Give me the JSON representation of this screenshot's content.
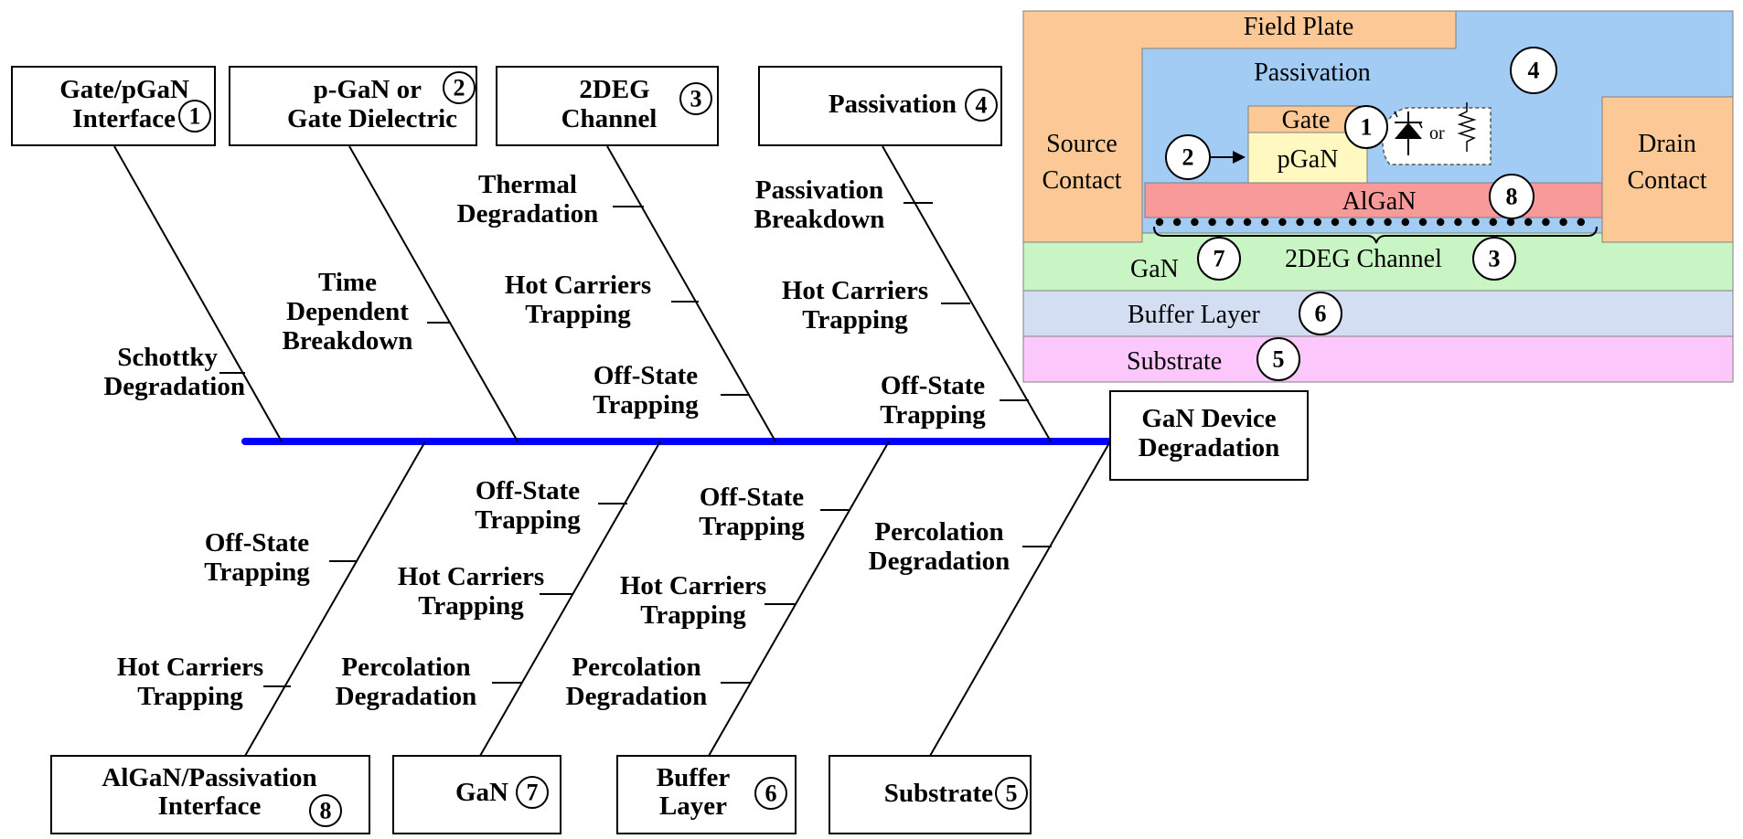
{
  "fishbone": {
    "head_lines": [
      "GaN Device",
      "Degradation"
    ],
    "spine_color": "#0000ff",
    "top_causes": [
      {
        "lines": [
          "Gate/pGaN",
          "Interface"
        ],
        "num": "1",
        "subs": [
          {
            "lines": [
              "Schottky",
              "Degradation"
            ]
          }
        ]
      },
      {
        "lines": [
          "p-GaN or",
          "Gate Dielectric"
        ],
        "num": "2",
        "subs": [
          {
            "lines": [
              "Time",
              "Dependent",
              "Breakdown"
            ]
          }
        ]
      },
      {
        "lines": [
          "2DEG",
          "Channel"
        ],
        "num": "3",
        "subs": [
          {
            "lines": [
              "Thermal",
              "Degradation"
            ]
          },
          {
            "lines": [
              "Hot Carriers",
              "Trapping"
            ]
          },
          {
            "lines": [
              "Off-State",
              "Trapping"
            ]
          }
        ]
      },
      {
        "lines": [
          "Passivation"
        ],
        "num": "4",
        "subs": [
          {
            "lines": [
              "Passivation",
              "Breakdown"
            ]
          },
          {
            "lines": [
              "Hot Carriers",
              "Trapping"
            ]
          },
          {
            "lines": [
              "Off-State",
              "Trapping"
            ]
          }
        ]
      }
    ],
    "bottom_causes": [
      {
        "lines": [
          "AlGaN/Passivation",
          "Interface"
        ],
        "num": "8",
        "subs": [
          {
            "lines": [
              "Off-State",
              "Trapping"
            ]
          },
          {
            "lines": [
              "Hot Carriers",
              "Trapping"
            ]
          }
        ]
      },
      {
        "lines": [
          "GaN"
        ],
        "num": "7",
        "subs": [
          {
            "lines": [
              "Off-State",
              "Trapping"
            ]
          },
          {
            "lines": [
              "Hot Carriers",
              "Trapping"
            ]
          },
          {
            "lines": [
              "Percolation",
              "Degradation"
            ]
          }
        ]
      },
      {
        "lines": [
          "Buffer",
          "Layer"
        ],
        "num": "6",
        "subs": [
          {
            "lines": [
              "Off-State",
              "Trapping"
            ]
          },
          {
            "lines": [
              "Hot Carriers",
              "Trapping"
            ]
          },
          {
            "lines": [
              "Percolation",
              "Degradation"
            ]
          }
        ]
      },
      {
        "lines": [
          "Substrate"
        ],
        "num": "5",
        "subs": [
          {
            "lines": [
              "Percolation",
              "Degradation"
            ]
          }
        ]
      }
    ]
  },
  "device": {
    "field_plate": "Field Plate",
    "passivation": "Passivation",
    "gate": "Gate",
    "pgan": "pGaN",
    "source_lines": [
      "Source",
      "Contact"
    ],
    "drain_lines": [
      "Drain",
      "Contact"
    ],
    "algan": "AlGaN",
    "gan": "GaN",
    "channel": "2DEG Channel",
    "buffer": "Buffer Layer",
    "substrate": "Substrate",
    "or_text": "or",
    "nums": {
      "gate_interface": "1",
      "pgan_arrow": "2",
      "channel": "3",
      "passivation": "4",
      "substrate": "5",
      "buffer": "6",
      "gan": "7",
      "algan": "8"
    },
    "colors": {
      "contact": "#fbc896",
      "passivation": "#a3ccf4",
      "gate": "#fbc896",
      "pgan": "#fff8c0",
      "algan": "#f89a9a",
      "gan": "#c9f5c5",
      "buffer": "#d4def2",
      "substrate": "#fcc8fc",
      "stroke": "#7f7f7f"
    }
  }
}
